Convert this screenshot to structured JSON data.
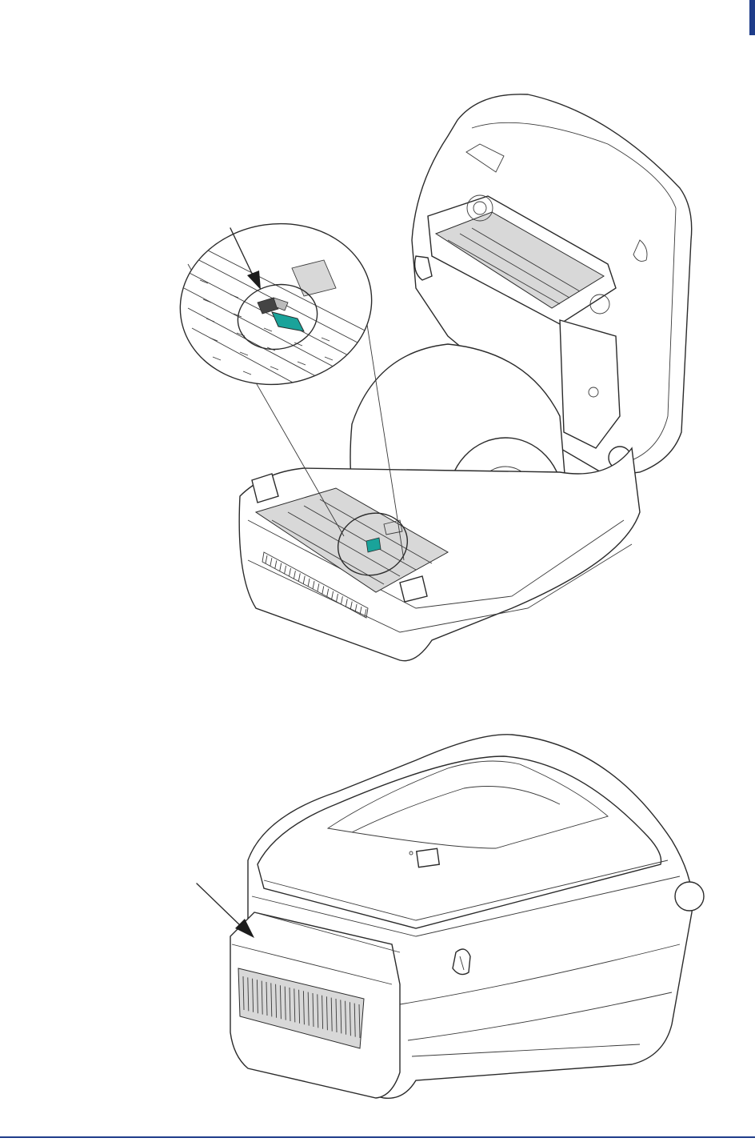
{
  "colors": {
    "accent": "#1f3d8a",
    "sensor_highlight": "#1aa39a",
    "outline": "#2b2b2b"
  },
  "icons": {
    "page_tab": "page-marker-tab",
    "figure_top": "printer-open-media-sensor-illustration",
    "figure_bottom": "printer-closed-dispenser-illustration"
  }
}
